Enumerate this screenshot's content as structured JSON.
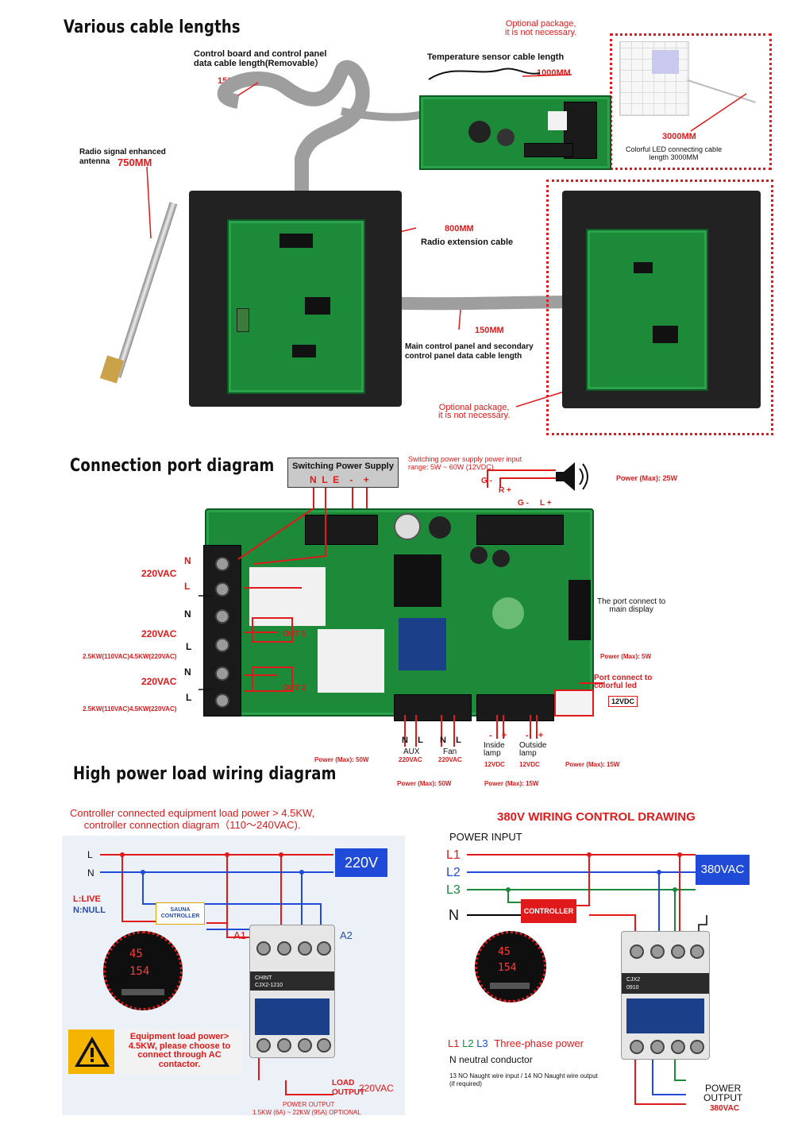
{
  "section1": {
    "title": "Various cable lengths",
    "optional_top": "Optional package,\nit is not necessary.",
    "ctrl_cable_label": "Control board and control panel\ndata cable length(Removable）",
    "ctrl_cable_len": "1500MM",
    "temp_sensor_label": "Temperature sensor cable length",
    "temp_sensor_len": "1000MM",
    "led_len": "3000MM",
    "led_label": "Colorful LED connecting cable\nlength 3000MM",
    "antenna_label": "Radio signal enhanced\nantenna",
    "antenna_len": "750MM",
    "radio_ext_len": "800MM",
    "radio_ext_label": "Radio extension cable",
    "main_sec_len": "150MM",
    "main_sec_label": "Main control panel and secondary\ncontrol panel data cable length",
    "optional_bottom": "Optional package,\nit is not necessary."
  },
  "section2": {
    "title": "Connection port diagram",
    "psu_label": "Switching Power Supply",
    "psu_terms": "N  L  E    -    +",
    "psu_range": "Switching power supply power input\nrange: 5W ~ 60W (12VDC)",
    "speaker_power": "Power (Max): 25W",
    "spk_g1": "G -",
    "spk_r": "R +",
    "spk_g2": "G -",
    "spk_l": "L +",
    "n1": "N",
    "v220a": "220VAC",
    "l1": "L",
    "n2": "N",
    "v220b": "220VAC",
    "l2": "L",
    "out1": "OUT 1",
    "load1": "2.5KW(110VAC)4.5KW(220VAC)",
    "n3": "N",
    "v220c": "220VAC",
    "l3": "L",
    "out2": "OUT 2",
    "load2": "2.5KW(110VAC)4.5KW(220VAC)",
    "port_display": "The port connect to\nmain display",
    "led_power": "Power (Max): 5W",
    "led_port": "Port connect to\ncolorful led",
    "led_12v": "12VDC",
    "aux_nl": "N    L",
    "aux": "AUX",
    "aux_v": "220VAC",
    "aux_power": "Power (Max): 50W",
    "fan_nl": "N    L",
    "fan": "Fan",
    "fan_v": "220VAC",
    "fan_power": "Power (Max): 50W",
    "inside_pm": "-    +",
    "inside": "Inside\nlamp",
    "inside_v": "12VDC",
    "inside_power": "Power (Max): 15W",
    "outside_pm": "-    +",
    "outside": "Outside\nlamp",
    "outside_v": "12VDC",
    "outside_power": "Power (Max): 15W"
  },
  "section3": {
    "title": "High power load wiring diagram",
    "left_title": "Controller connected equipment load power > 4.5KW,\ncontroller connection diagram（110～240VAC).",
    "l": "L",
    "n": "N",
    "v220": "220V",
    "legend_live": "L:LIVE",
    "legend_null": "N:NULL",
    "sauna": "SAUNA\nCONTROLLER",
    "a1": "A1",
    "a2": "A2",
    "display_top": "45",
    "display_bot": "154",
    "warning": "Equipment load power>\n4.5KW, please choose to\nconnect through AC\ncontactor.",
    "load_output": "LOAD\nOUTPUT",
    "v220_out": "220VAC",
    "power_output": "POWER OUTPUT",
    "power_range": "1.5KW (6A) ~ 22KW (95A) OPTIONAL",
    "right_title": "380V WIRING CONTROL DRAWING",
    "power_input": "POWER INPUT",
    "L1": "L1",
    "L2": "L2",
    "L3": "L3",
    "N": "N",
    "v380": "380VAC",
    "controller": "CONTROLLER",
    "three_phase": "Three-phase power",
    "neutral": "N neutral conductor",
    "naught": "13 NO Naught wire input / 14 NO Naught wire output\n(if required)",
    "power_out_r": "POWER\nOUTPUT",
    "v380_out": "380VAC",
    "contactor_brand_l": "CHINT",
    "contactor_model_l": "CJX2-1210",
    "contactor_model_r": "CJX2\n0910"
  },
  "colors": {
    "red": "#e0191a",
    "blue": "#1f4bd8",
    "green": "#1b8a3a",
    "pcb": "#1d8a3a"
  }
}
